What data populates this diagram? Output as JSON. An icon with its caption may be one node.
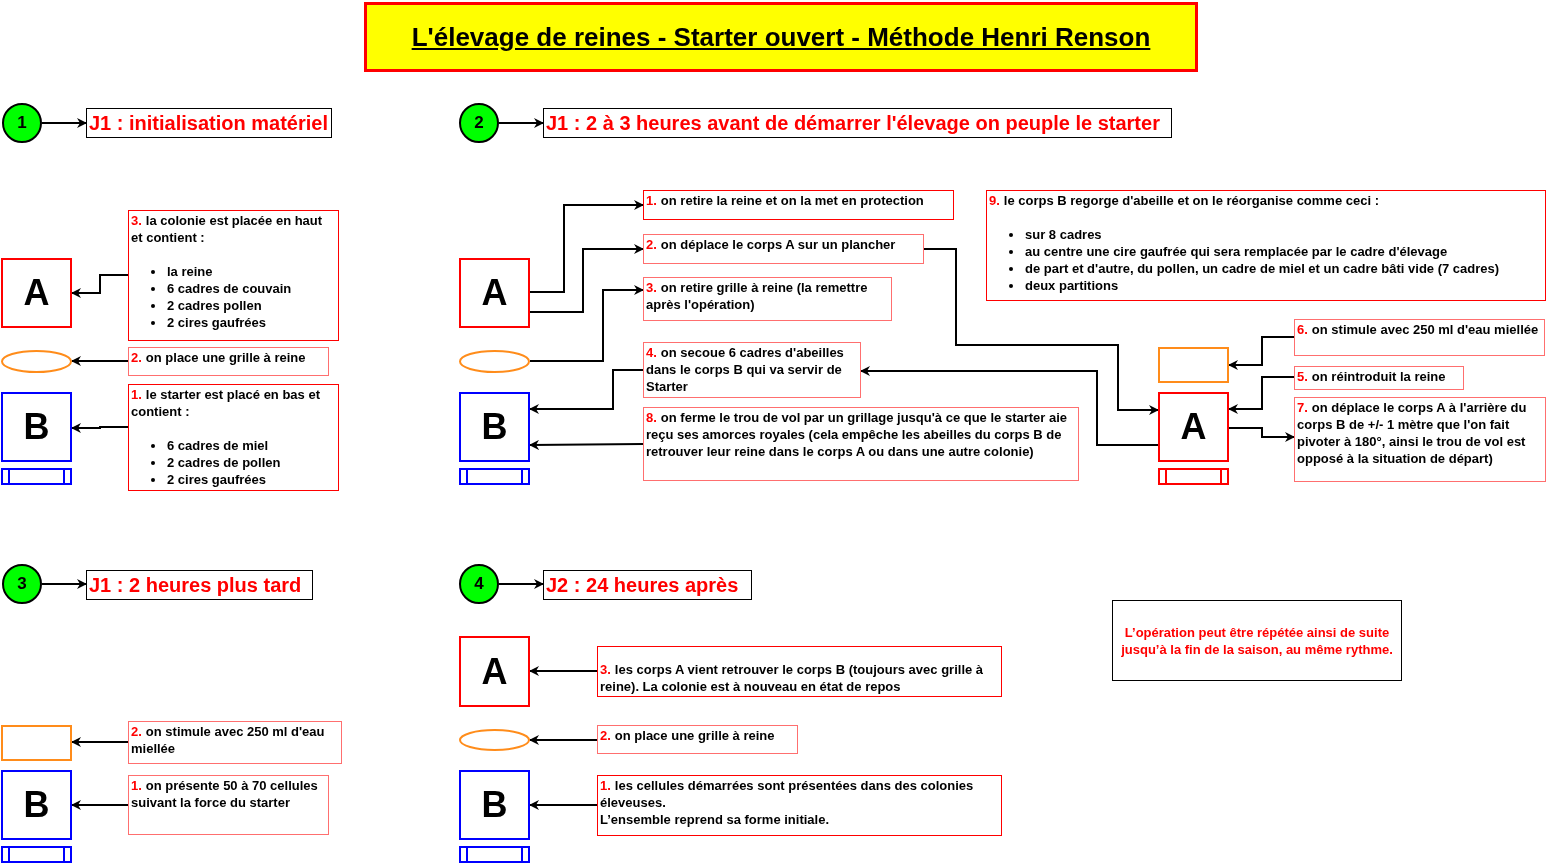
{
  "diagram": {
    "title": "L'élevage de reines - Starter ouvert - Méthode Henri Renson",
    "nodes": [
      {
        "text": [
          "1"
        ]
      },
      {
        "text": [
          "J1 : initialisation matériel"
        ]
      },
      {
        "text": [
          "A"
        ]
      },
      {
        "text": [
          "3.",
          "la colonie est placée en haut et contient :",
          "la reine",
          "6 cadres de couvain",
          "2 cadres pollen",
          "2 cires gaufrées"
        ]
      },
      {
        "text": [],
        "shape": "ellipse"
      },
      {
        "text": [
          "2.",
          "on place une grille à reine"
        ]
      },
      {
        "text": [
          "B"
        ]
      },
      {
        "text": [
          "1.",
          "le starter est placé en bas et contient :",
          "6 cadres de miel",
          "2 cadres de pollen",
          "2 cires gaufrées"
        ]
      },
      {
        "text": [
          "2"
        ]
      },
      {
        "text": [
          "J1 : 2 à 3 heures avant de démarrer l'élevage on peuple le starter"
        ]
      },
      {
        "text": [
          "A"
        ]
      },
      {
        "text": [
          "1.",
          "on retire la reine et on la met en protection"
        ]
      },
      {
        "text": [
          "2.",
          "on déplace le corps A sur un plancher"
        ]
      },
      {
        "text": [
          "3.",
          "on retire grille à reine (la remettre après l'opération)"
        ]
      },
      {
        "text": [],
        "shape": "ellipse"
      },
      {
        "text": [
          "4.",
          "on secoue 6 cadres d'abeilles dans le corps B qui va servir de Starter"
        ]
      },
      {
        "text": [
          "B"
        ]
      },
      {
        "text": [
          "8.",
          "on ferme le trou de vol par un grillage jusqu'à ce que le starter aie reçu ses amorces royales (cela empêche les abeilles du corps B de retrouver leur reine dans le corps A ou dans une autre colonie)"
        ]
      },
      {
        "text": [
          "9.",
          "le corps B regorge d'abeille et on le réorganise comme ceci :",
          "sur 8 cadres",
          "au centre une cire gaufrée qui sera remplacée par le cadre d'élevage",
          "de part et d'autre, du pollen, un cadre de miel et un cadre bâti vide (7 cadres)",
          "deux partitions"
        ]
      },
      {
        "text": [
          "6.",
          "on stimule avec 250 ml d'eau miellée"
        ]
      },
      {
        "text": [],
        "shape": "box"
      },
      {
        "text": [
          "5.",
          "on réintroduit la reine"
        ]
      },
      {
        "text": [
          "A"
        ]
      },
      {
        "text": [
          "7.",
          "on déplace le corps A à l'arrière du corps B de +/- 1 mètre que l'on fait pivoter à 180°, ainsi le trou de vol est opposé à la situation de départ)"
        ]
      },
      {
        "text": [
          "3"
        ]
      },
      {
        "text": [
          "J1 : 2 heures plus tard"
        ]
      },
      {
        "text": [],
        "shape": "box"
      },
      {
        "text": [
          "2.",
          "on stimule avec 250 ml d'eau miellée"
        ]
      },
      {
        "text": [
          "B"
        ]
      },
      {
        "text": [
          "1.",
          "on présente 50 à 70 cellules suivant la force du starter"
        ]
      },
      {
        "text": [
          "4"
        ]
      },
      {
        "text": [
          "J2 : 24 heures après"
        ]
      },
      {
        "text": [
          "A"
        ]
      },
      {
        "text": [
          "3.",
          "les corps A vient retrouver le corps B (toujours avec grille à reine). La colonie est à nouveau en état de repos"
        ]
      },
      {
        "text": [],
        "shape": "ellipse"
      },
      {
        "text": [
          "2.",
          "on place une grille à reine"
        ]
      },
      {
        "text": [
          "B"
        ]
      },
      {
        "text": [
          "1.",
          "les cellules démarrées sont présentées dans des colonies éleveuses.",
          "L’ensemble reprend sa forme initiale."
        ]
      },
      {
        "text": [
          "L’opération peut être répétée ainsi de suite jusqu’à la fin de la saison, au même rythme."
        ]
      }
    ],
    "edges": [
      {
        "from": 0,
        "to": 1,
        "arrow": "to"
      },
      {
        "from": 3,
        "to": 2,
        "arrow": "to"
      },
      {
        "from": 5,
        "to": 4,
        "arrow": "to"
      },
      {
        "from": 7,
        "to": 6,
        "arrow": "to"
      },
      {
        "from": 8,
        "to": 9,
        "arrow": "to"
      },
      {
        "from": 10,
        "to": 11,
        "arrow": "to"
      },
      {
        "from": 10,
        "to": 12,
        "arrow": "to"
      },
      {
        "from": 14,
        "to": 13,
        "arrow": "to"
      },
      {
        "from": 15,
        "to": 16,
        "arrow": "to"
      },
      {
        "from": 17,
        "to": 16,
        "arrow": "to"
      },
      {
        "from": 12,
        "to": 22,
        "arrow": "to"
      },
      {
        "from": 22,
        "to": 15,
        "arrow": "to"
      },
      {
        "from": 19,
        "to": 20,
        "arrow": "to"
      },
      {
        "from": 21,
        "to": 22,
        "arrow": "to"
      },
      {
        "from": 22,
        "to": 23,
        "arrow": "to"
      },
      {
        "from": 24,
        "to": 25,
        "arrow": "to"
      },
      {
        "from": 27,
        "to": 26,
        "arrow": "to"
      },
      {
        "from": 29,
        "to": 28,
        "arrow": "to"
      },
      {
        "from": 30,
        "to": 31,
        "arrow": "to"
      },
      {
        "from": 33,
        "to": 32,
        "arrow": "to"
      },
      {
        "from": 35,
        "to": 34,
        "arrow": "to"
      },
      {
        "from": 37,
        "to": 36,
        "arrow": "to"
      }
    ]
  }
}
